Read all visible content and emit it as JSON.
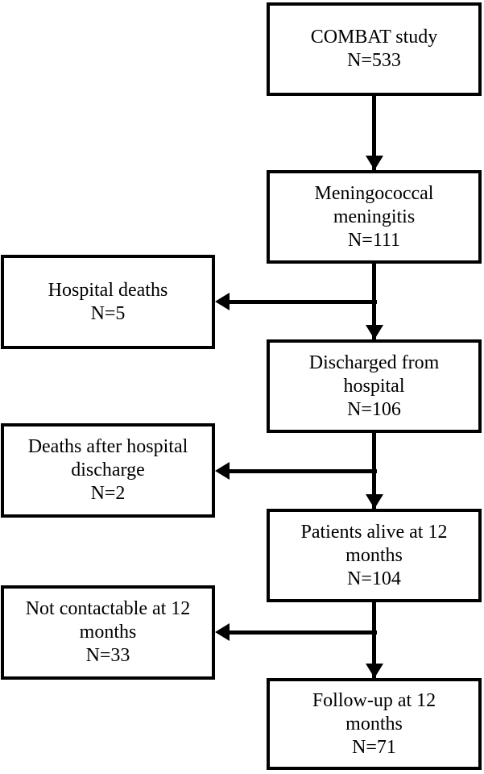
{
  "flowchart": {
    "type": "study-flow-diagram",
    "colors": {
      "line": "#000000",
      "box_border": "#000000",
      "background": "#ffffff",
      "text": "#000000"
    },
    "boxes": {
      "combat_study": {
        "lines": [
          "COMBAT study",
          "N=533"
        ],
        "n": 533
      },
      "meningococcal": {
        "lines": [
          "Meningococcal",
          "meningitis",
          "N=111"
        ],
        "n": 111
      },
      "hospital_deaths": {
        "lines": [
          "Hospital deaths",
          "N=5"
        ],
        "n": 5
      },
      "discharged": {
        "lines": [
          "Discharged from",
          "hospital",
          "N=106"
        ],
        "n": 106
      },
      "deaths_after": {
        "lines": [
          "Deaths after hospital",
          "discharge",
          "N=2"
        ],
        "n": 2
      },
      "patients_alive": {
        "lines": [
          "Patients alive at 12",
          "months",
          "N=104"
        ],
        "n": 104
      },
      "not_contactable": {
        "lines": [
          "Not contactable at 12",
          "months",
          "N=33"
        ],
        "n": 33
      },
      "followup": {
        "lines": [
          "Follow-up at 12",
          "months",
          "N=71"
        ],
        "n": 71
      }
    }
  }
}
